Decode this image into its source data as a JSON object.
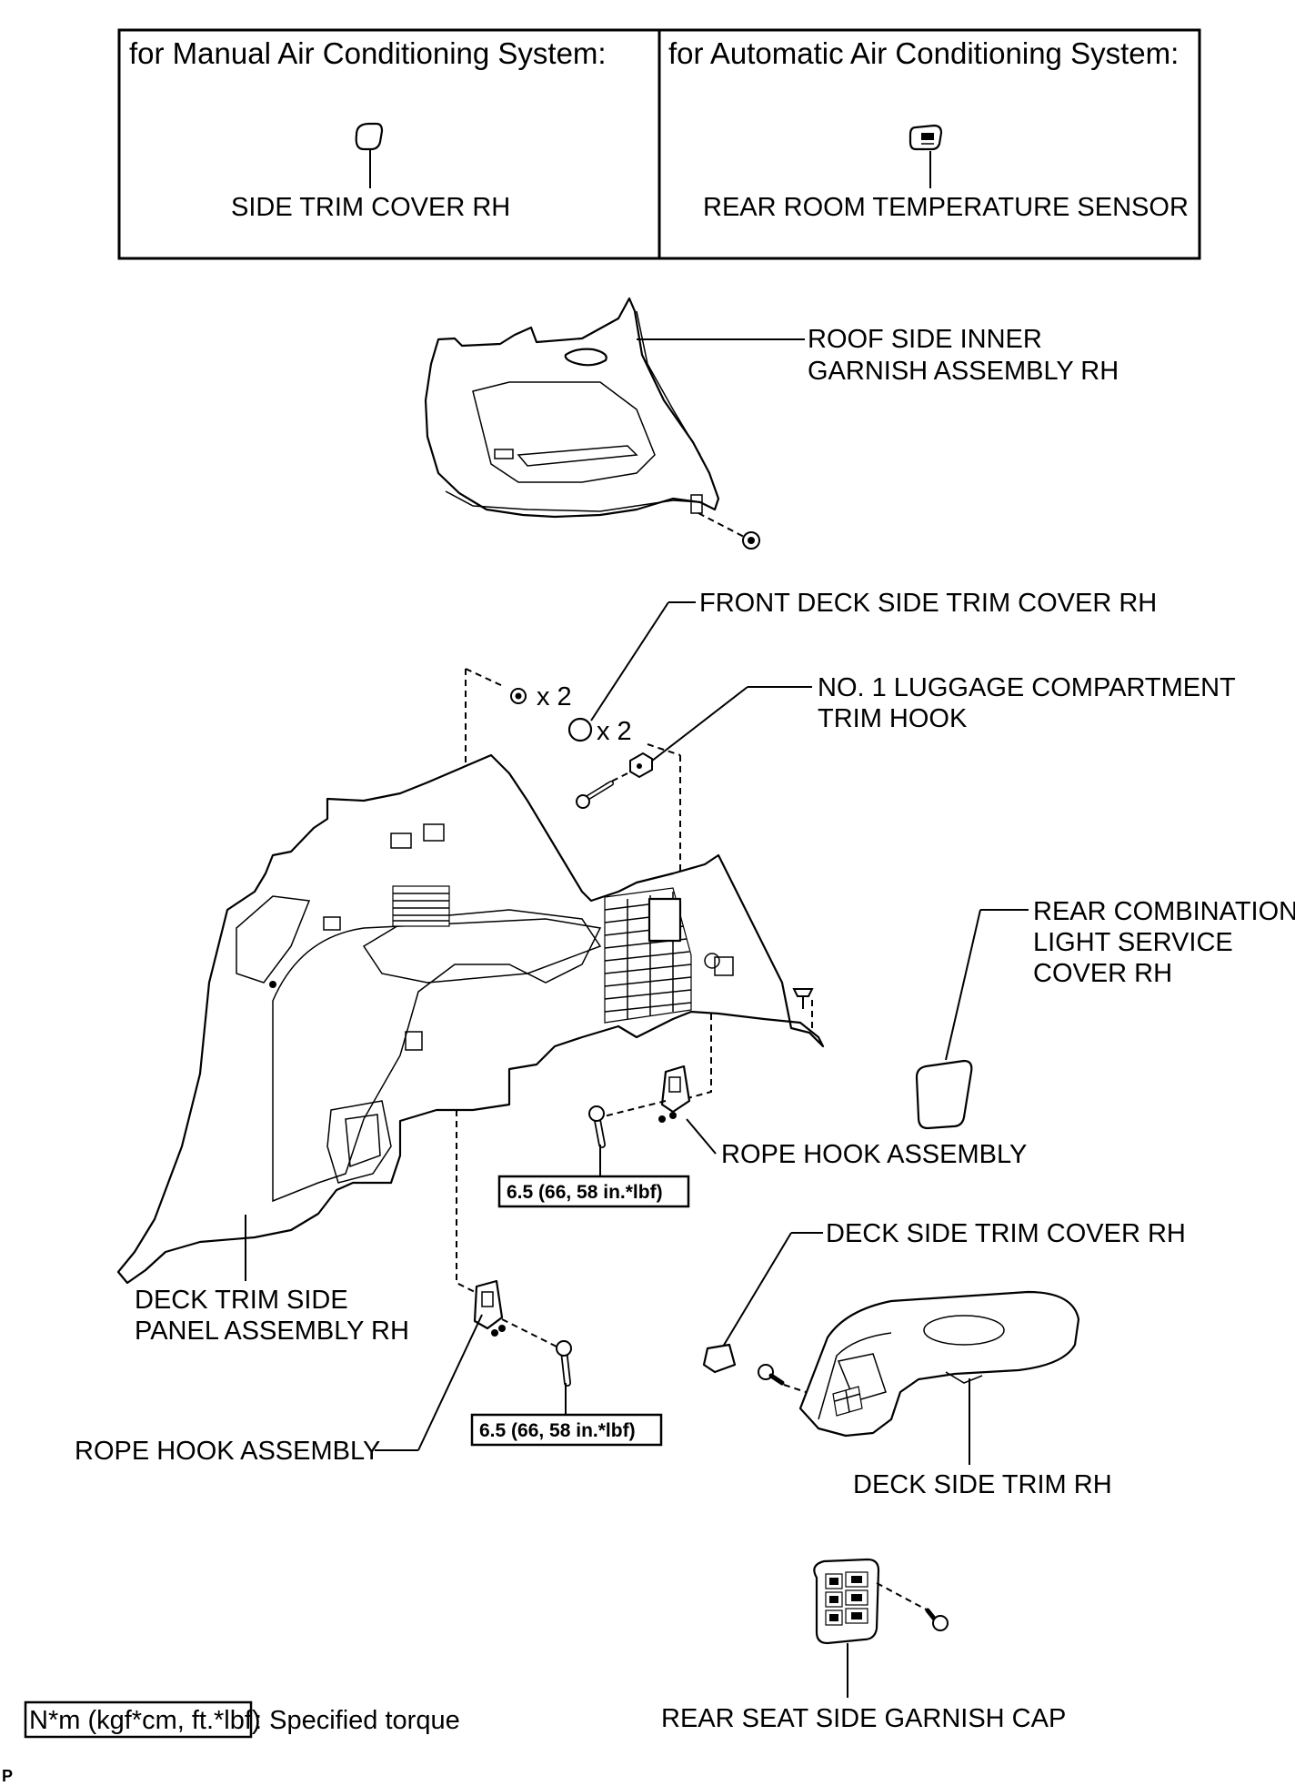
{
  "header": {
    "manual_title": "for Manual Air Conditioning System:",
    "automatic_title": "for Automatic Air Conditioning System:",
    "manual_part": "SIDE TRIM COVER RH",
    "automatic_part": "REAR ROOM TEMPERATURE SENSOR"
  },
  "labels": {
    "roof_garnish": [
      "ROOF SIDE INNER",
      "GARNISH ASSEMBLY RH"
    ],
    "front_deck_cover": "FRONT DECK SIDE TRIM COVER RH",
    "luggage_hook": [
      "NO. 1 LUGGAGE COMPARTMENT",
      "TRIM HOOK"
    ],
    "rear_combination_cover": [
      "REAR COMBINATION",
      "LIGHT SERVICE",
      "COVER RH"
    ],
    "rope_hook_upper": "ROPE HOOK ASSEMBLY",
    "deck_trim_panel": [
      "DECK TRIM SIDE",
      "PANEL ASSEMBLY RH"
    ],
    "rope_hook_lower": "ROPE HOOK ASSEMBLY",
    "deck_side_cover": "DECK SIDE TRIM COVER RH",
    "deck_side_trim": "DECK SIDE TRIM RH",
    "rear_seat_cap": "REAR SEAT SIDE GARNISH CAP"
  },
  "quantities": {
    "clip_qty": "x 2",
    "cover_qty": "x 2"
  },
  "torque": {
    "upper": "6.5 (66, 58 in.*lbf)",
    "lower": "6.5 (66, 58 in.*lbf)"
  },
  "legend": {
    "boxed": "N*m (kgf*cm, ft.*lbf)",
    "text": ": Specified torque"
  },
  "page_mark": "P",
  "icons": [
    "clip-icon",
    "bolt-icon",
    "screw-icon",
    "cover-icon",
    "sensor-icon"
  ]
}
